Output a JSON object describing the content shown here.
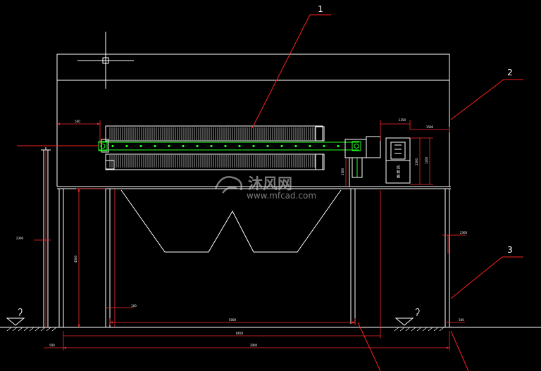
{
  "drawing": {
    "background": "#000000",
    "colors": {
      "outline": "#ffffff",
      "dimension": "#ff2a2a",
      "conveyor": "#22ff22",
      "leader": "#ff2020"
    }
  },
  "callouts": [
    {
      "id": "callout-1",
      "label": "1"
    },
    {
      "id": "callout-2",
      "label": "2"
    },
    {
      "id": "callout-3",
      "label": "3"
    }
  ],
  "dimensions": {
    "top_left_offset": "500",
    "cabinet_width": "1350",
    "cabinet_gap": "1500",
    "cabinet_height": "1500",
    "cabinet_height_right": "1200",
    "column_height": "4500",
    "press_clearance": "1500",
    "left_height": "2300",
    "right_height": "2300",
    "span_inner": "5000",
    "small_gap": "100",
    "left_foot": "500",
    "span_mid": "6650",
    "span_total": "3000",
    "right_foot": "500"
  },
  "controller_label": "控 制 箱",
  "watermark": {
    "brand": "沐风网",
    "url": "www.mfcad.com",
    "icon": "mfcad-logo-icon"
  }
}
